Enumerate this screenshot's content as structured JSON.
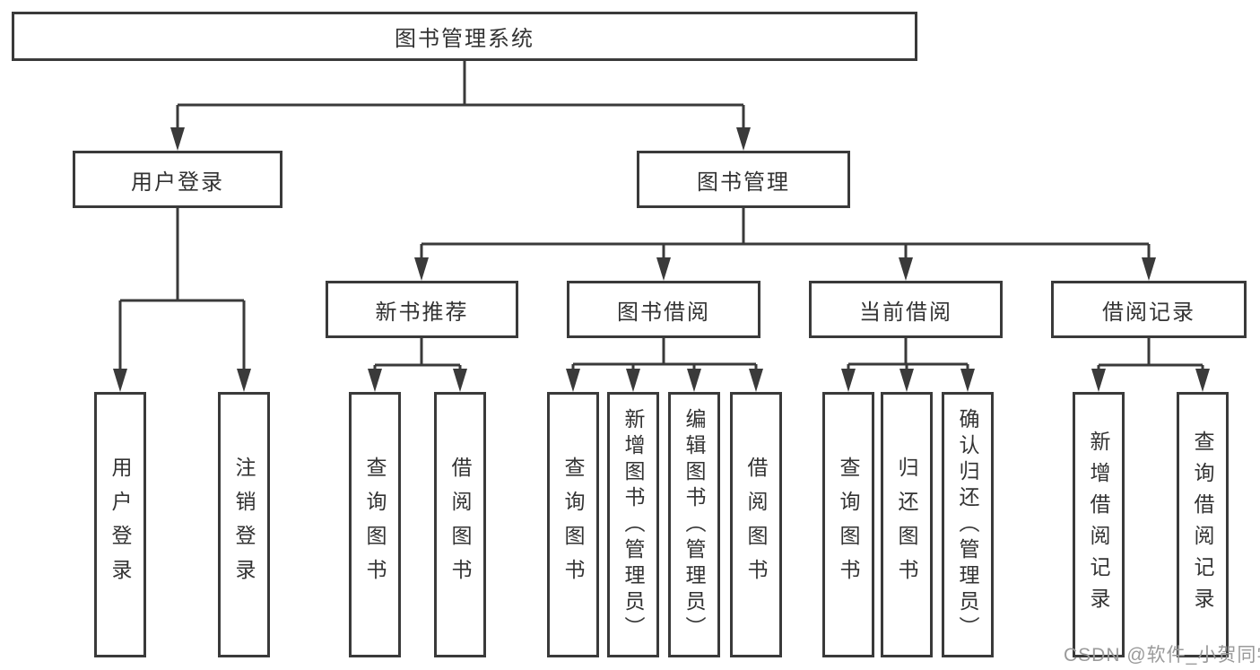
{
  "tree": {
    "root": {
      "label": "图书管理系统"
    },
    "branches": [
      {
        "label": "用户登录",
        "leaves": [
          "用户登录",
          "注销登录"
        ]
      },
      {
        "label": "图书管理",
        "sections": [
          {
            "label": "新书推荐",
            "leaves": [
              "查询图书",
              "借阅图书"
            ]
          },
          {
            "label": "图书借阅",
            "leaves": [
              "查询图书",
              "新增图书（管理员）",
              "编辑图书（管理员）",
              "借阅图书"
            ]
          },
          {
            "label": "当前借阅",
            "leaves": [
              "查询图书",
              "归还图书",
              "确认归还（管理员）"
            ]
          },
          {
            "label": "借阅记录",
            "leaves": [
              "新增借阅记录",
              "查询借阅记录"
            ]
          }
        ]
      }
    ]
  },
  "watermark": {
    "text": "CSDN @软件_小贺同学"
  },
  "colors": {
    "line": "#3a3a3a",
    "box_border": "#3a3a3a",
    "text": "#333333",
    "watermark": "#9a9a9a",
    "background": "#ffffff"
  }
}
